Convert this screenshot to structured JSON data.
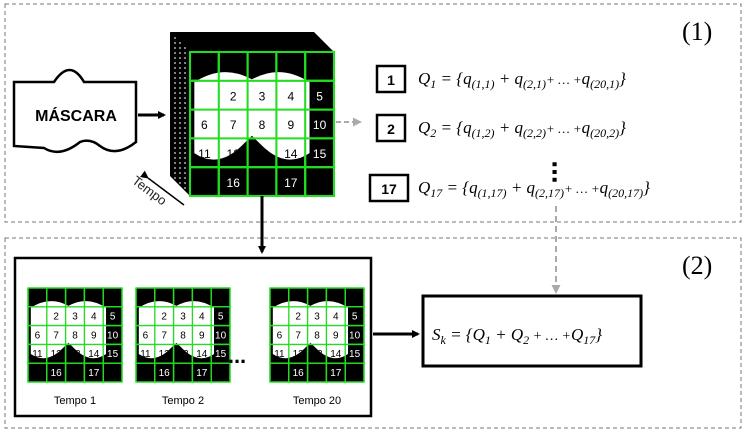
{
  "panel1": {
    "label": "(1)"
  },
  "panel2": {
    "label": "(2)"
  },
  "mask": {
    "label": "MÁSCARA"
  },
  "volume": {
    "axis_label": "Tempo"
  },
  "grid": {
    "rows": [
      [
        "",
        "",
        "",
        "",
        ""
      ],
      [
        "1",
        "2",
        "3",
        "4",
        "5"
      ],
      [
        "6",
        "7",
        "8",
        "9",
        "10"
      ],
      [
        "11",
        "12",
        "13",
        "14",
        "15"
      ],
      [
        "",
        "16",
        "",
        "17",
        ""
      ]
    ]
  },
  "equations": [
    {
      "index": "1",
      "lhs": "Q",
      "lhs_sub": "1",
      "terms": [
        [
          "q",
          "(1,1)"
        ],
        [
          "q",
          "(2,1)"
        ],
        [
          "q",
          "(20,1)"
        ]
      ]
    },
    {
      "index": "2",
      "lhs": "Q",
      "lhs_sub": "2",
      "terms": [
        [
          "q",
          "(1,2)"
        ],
        [
          "q",
          "(2,2)"
        ],
        [
          "q",
          "(20,2)"
        ]
      ]
    },
    {
      "index": "17",
      "lhs": "Q",
      "lhs_sub": "17",
      "terms": [
        [
          "q",
          "(1,17)"
        ],
        [
          "q",
          "(2,17)"
        ],
        [
          "q",
          "(20,17)"
        ]
      ]
    }
  ],
  "frames": [
    {
      "label": "Tempo 1"
    },
    {
      "label": "Tempo 2"
    },
    {
      "label": "Tempo 20"
    }
  ],
  "ellipsis": "...",
  "sum": {
    "lhs": "S",
    "lhs_sub": "k",
    "terms": [
      [
        "Q",
        "1"
      ],
      [
        "Q",
        "2"
      ],
      [
        "Q",
        "17"
      ]
    ]
  },
  "colors": {
    "grid_line": "#22dd22",
    "cell_dark": "#000000",
    "cell_light": "#ffffff",
    "dashed_arrow": "#aaaaaa",
    "border": "#000000"
  }
}
